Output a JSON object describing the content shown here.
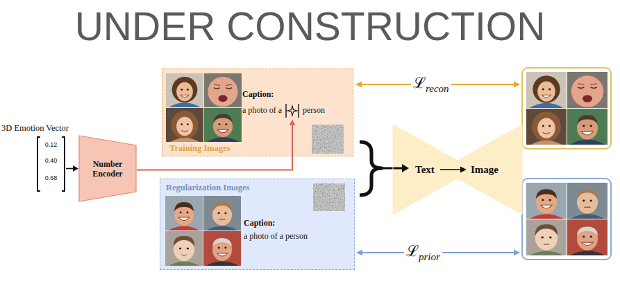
{
  "diagram": {
    "title": "UNDER CONSTRUCTION",
    "nodes": [
      {
        "text": [
          "3D Emotion Vector",
          "0.12",
          "0.40",
          "0.68"
        ]
      },
      {
        "text": [
          "Number Encoder"
        ]
      },
      {
        "text": [
          "Training Images"
        ]
      },
      {
        "text": [
          "Caption:",
          "a photo of a",
          "person"
        ],
        "in": 2
      },
      {
        "text": [
          "Regularization Images"
        ]
      },
      {
        "text": [
          "Caption:",
          "a photo of a person"
        ],
        "in": 4
      },
      {
        "text": [
          "Text",
          "Image"
        ]
      }
    ],
    "edges": [
      {
        "from": 0,
        "to": 1,
        "arrow": "to"
      },
      {
        "from": 1,
        "to": 3,
        "arrow": "to"
      }
    ],
    "labels": [
      "ℒ",
      "recon",
      "ℒ",
      "prior"
    ]
  }
}
